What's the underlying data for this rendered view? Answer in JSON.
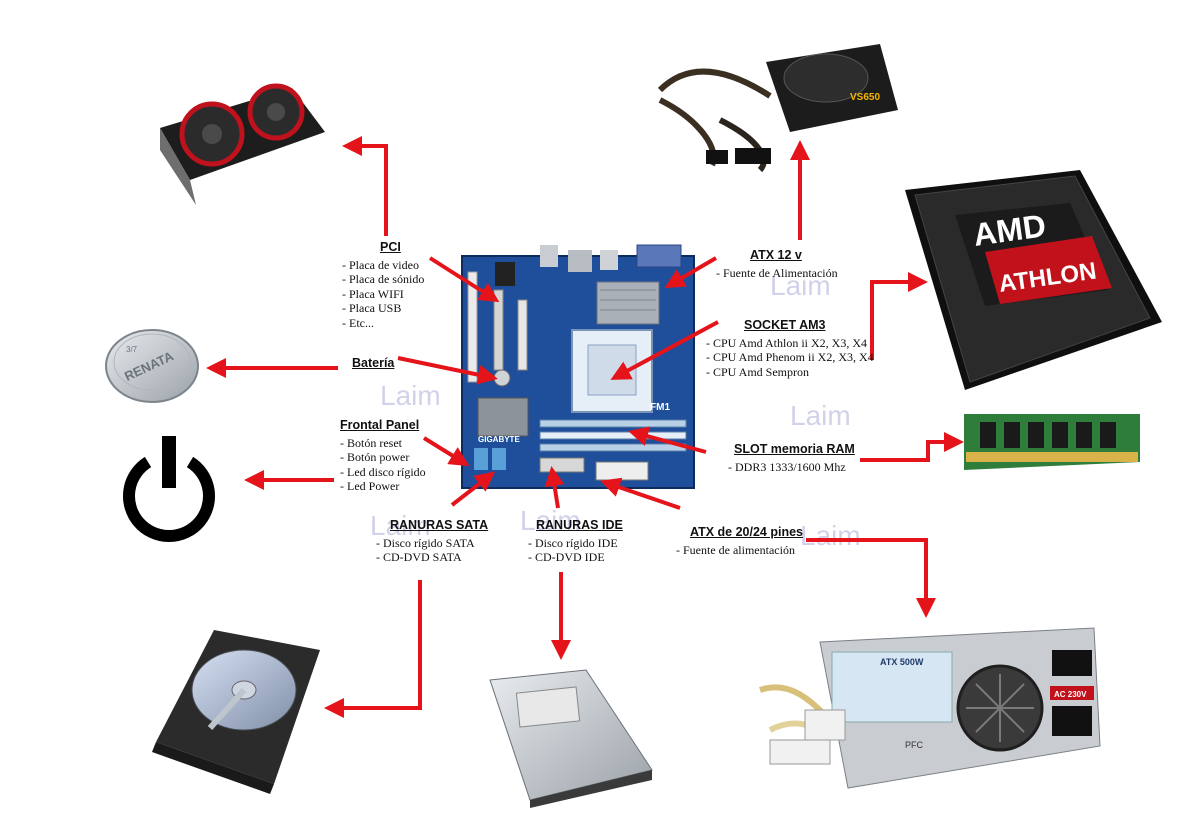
{
  "colors": {
    "arrow": "#e5141b",
    "board": "#1f4f9a",
    "ink": "#111111"
  },
  "watermark": "Laim",
  "groups": {
    "pci": {
      "title": "PCI",
      "items": [
        "- Placa de video",
        "- Placa de sónido",
        "- Placa WIFI",
        "- Placa USB",
        "- Etc..."
      ]
    },
    "bateria": {
      "title": "Batería",
      "items": []
    },
    "frontal": {
      "title": "Frontal Panel",
      "items": [
        "- Botón reset",
        "- Botón power",
        "- Led disco rígido",
        "- Led Power"
      ]
    },
    "sata": {
      "title": "RANURAS SATA",
      "items": [
        "- Disco rígido SATA",
        "- CD-DVD SATA"
      ]
    },
    "ide": {
      "title": "RANURAS IDE",
      "items": [
        "- Disco rígido IDE",
        "- CD-DVD IDE"
      ]
    },
    "atx24": {
      "title": "ATX de 20/24 pines",
      "items": [
        "- Fuente de alimentación"
      ]
    },
    "ram": {
      "title": "SLOT memoria RAM",
      "items": [
        "- DDR3 1333/1600 Mhz"
      ]
    },
    "socket": {
      "title": "SOCKET AM3",
      "items": [
        "- CPU Amd Athlon ii X2, X3, X4",
        "- CPU Amd Phenom ii X2, X3, X4",
        "- CPU Amd Sempron"
      ]
    },
    "atx12": {
      "title": "ATX 12 v",
      "items": [
        "- Fuente de Alimentación"
      ]
    }
  },
  "images": {
    "battery_text": "RENATA",
    "battery_sub": "3/7",
    "cpu_brand": "AMD",
    "cpu_model": "ATHLON",
    "psu_top_model": "VS650",
    "psu_bottom_model": "ATX 500W",
    "psu_bottom_voltage": "AC 230V",
    "psu_bottom_sub": "PFC",
    "motherboard_brand": "GIGABYTE",
    "motherboard_chip": "FM1"
  }
}
